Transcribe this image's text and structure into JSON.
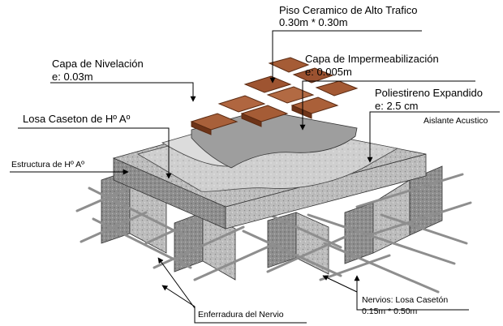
{
  "labels": {
    "piso": {
      "title": "Piso Ceramico de Alto Trafico",
      "dim": "0.30m * 0.30m"
    },
    "nivelacion": {
      "title": "Capa de Nivelación",
      "dim": "e: 0.03m"
    },
    "impermeabilizacion": {
      "title": "Capa de Impermeabilización",
      "dim": "e: 0.005m"
    },
    "poliestireno": {
      "title": "Poliestireno Expandido",
      "dim": "e: 2.5 cm"
    },
    "losa": {
      "title": "Losa Caseton de Hº Aº"
    },
    "aislante": {
      "title": "Aislante Acustico"
    },
    "estructura": {
      "title": "Estructura de Hº Aº"
    },
    "nervios": {
      "title": "Nervios: Losa Casetón",
      "dim": "0.15m * 0.50m"
    },
    "enferradura": {
      "title": "Enferradura del Nervio"
    }
  },
  "colors": {
    "tile": "#a75a35",
    "tile_edge": "#6e3418",
    "concrete": "#bcbcbc",
    "concrete_dark": "#8e8e8e",
    "leveling": "#d9d9d9",
    "waterproof": "#9a9a9a",
    "polystyrene": "#c8c8c8",
    "rebar": "#9c9c9c"
  }
}
